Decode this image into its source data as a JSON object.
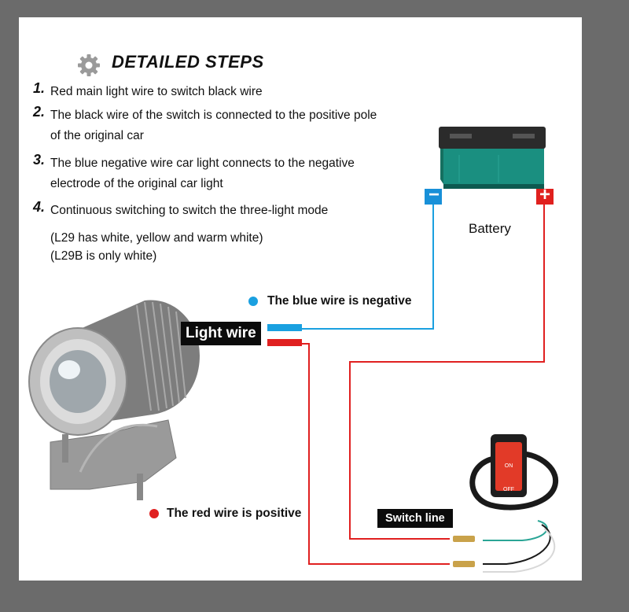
{
  "heading": "DETAILED STEPS",
  "steps": [
    {
      "num": "1.",
      "lines": [
        "Red main light wire to switch black wire"
      ]
    },
    {
      "num": "2.",
      "lines": [
        "The black wire of the switch is connected to the positive pole",
        "of the original car"
      ]
    },
    {
      "num": "3.",
      "lines": [
        "The blue negative wire car light connects to the negative",
        "electrode of the original car light"
      ]
    },
    {
      "num": "4.",
      "lines": [
        "Continuous switching to switch the three-light mode"
      ]
    }
  ],
  "notes": [
    "(L29 has white, yellow and warm white)",
    "(L29B is only white)"
  ],
  "battery_label": "Battery",
  "battery_neg": "−",
  "battery_pos": "+",
  "light_wire_label": "Light wire",
  "blue_wire_label": "The blue wire is negative",
  "red_wire_label": "The red wire is positive",
  "switch_line_label": "Switch line",
  "switch_on": "ON",
  "switch_off": "OFF",
  "colors": {
    "blue_wire": "#1aa0e0",
    "red_wire": "#e02020",
    "battery_body": "#1a8f80",
    "neg_terminal": "#1890d8",
    "pos_terminal": "#e0201e",
    "switch_red": "#e23a28"
  }
}
